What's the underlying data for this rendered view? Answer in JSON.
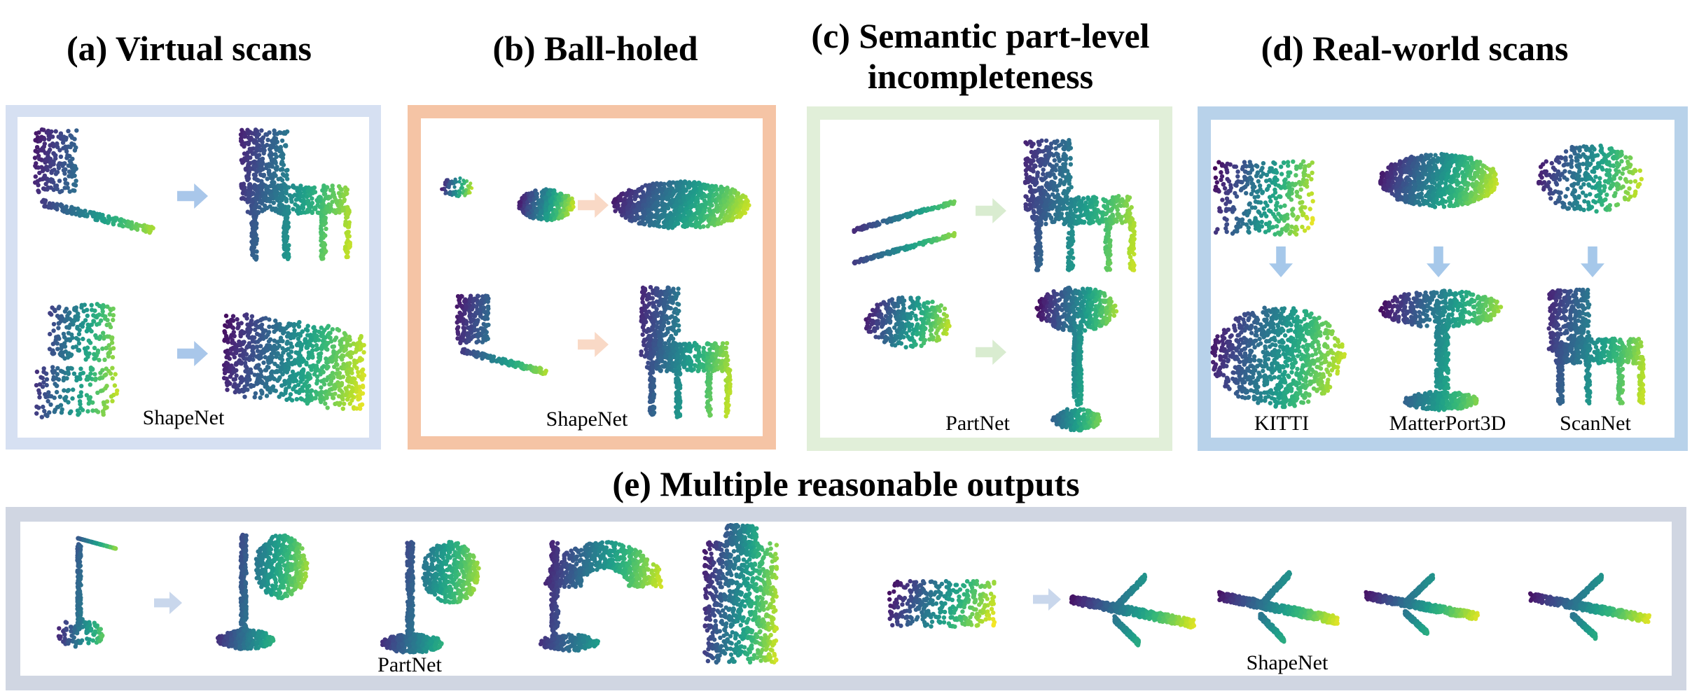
{
  "titles": {
    "a": "(a) Virtual scans",
    "b": "(b) Ball-holed",
    "c_line1": "(c) Semantic part-level",
    "c_line2": "incompleteness",
    "d": "(d) Real-world scans",
    "e": "(e) Multiple reasonable outputs"
  },
  "labels": {
    "a": "ShapeNet",
    "b": "ShapeNet",
    "c": "PartNet",
    "d_kitti": "KITTI",
    "d_matterport": "MatterPort3D",
    "d_scannet": "ScanNet",
    "e_partnet": "PartNet",
    "e_shapenet": "ShapeNet"
  },
  "colors": {
    "panel_a": "#d6e0f2",
    "panel_b": "#f5c4a5",
    "panel_c": "#e1efd9",
    "panel_d": "#b8d2ea",
    "panel_e": "#d0d6e2",
    "arrow_a": "#a9c7ea",
    "arrow_b": "#f9d9c6",
    "arrow_c": "#d9ecd0",
    "arrow_d": "#a6c8ea",
    "arrow_e": "#c9d7ec"
  }
}
